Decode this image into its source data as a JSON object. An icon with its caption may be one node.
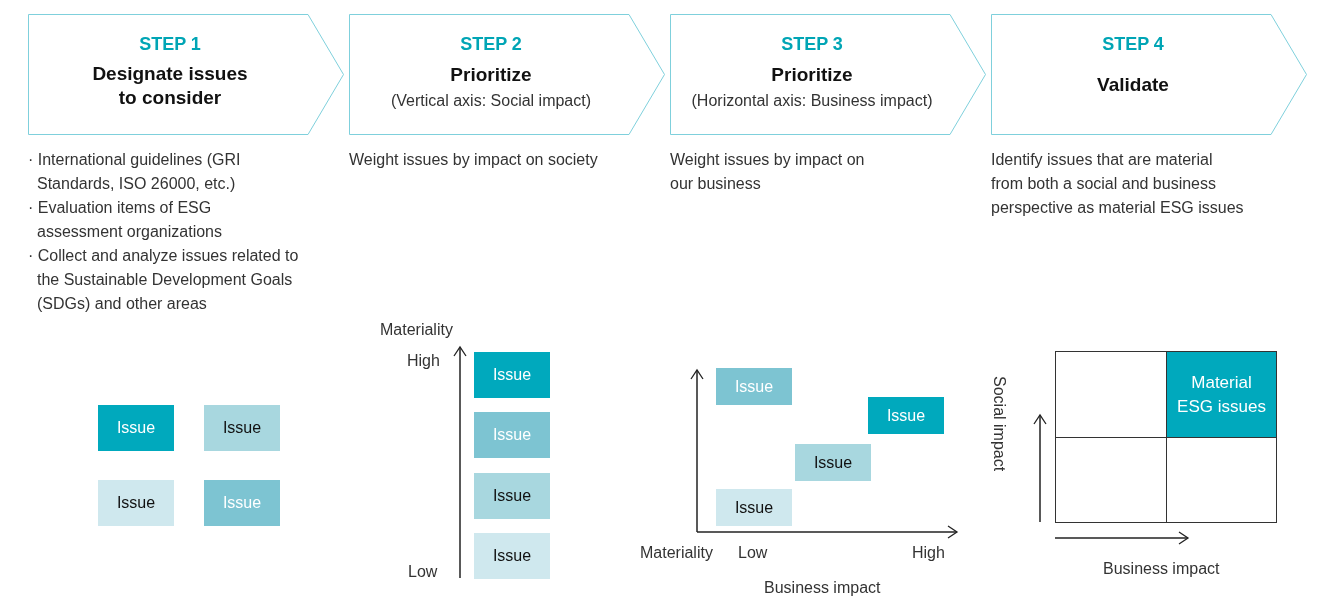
{
  "diagram": {
    "nodes": [
      {
        "text": [
          "STEP 1",
          "Designate issues to consider"
        ],
        "beside": [
          "· International guidelines (GRI Standards, ISO 26000, etc.)",
          "· Evaluation items of ESG assessment organizations",
          "· Collect and analyze issues related to the Sustainable Development Goals (SDGs) and other areas"
        ]
      },
      {
        "text": [
          "STEP 2",
          "Prioritize",
          "(Vertical axis: Social impact)"
        ],
        "beside": [
          "Weight issues by impact on society"
        ]
      },
      {
        "text": [
          "STEP 3",
          "Prioritize",
          "(Horizontal axis: Business impact)"
        ],
        "beside": [
          "Weight issues by impact on our business"
        ]
      },
      {
        "text": [
          "STEP 4",
          "Validate"
        ],
        "beside": [
          "Identify issues that are material from both a social and business perspective as material ESG issues"
        ]
      },
      {
        "text": [
          "Issue"
        ]
      },
      {
        "text": [
          "Issue"
        ]
      },
      {
        "text": [
          "Issue"
        ]
      },
      {
        "text": [
          "Issue"
        ]
      },
      {
        "text": [
          "Issue"
        ]
      },
      {
        "text": [
          "Issue"
        ]
      },
      {
        "text": [
          "Issue"
        ]
      },
      {
        "text": [
          "Issue"
        ]
      },
      {
        "text": [
          "Issue"
        ]
      },
      {
        "text": [
          "Issue"
        ]
      },
      {
        "text": [
          "Issue"
        ]
      },
      {
        "text": [
          "Issue"
        ]
      },
      {
        "text": [],
        "shape": "box"
      },
      {
        "text": [
          "Material ESG issues"
        ]
      },
      {
        "text": [],
        "shape": "box"
      },
      {
        "text": [],
        "shape": "box"
      }
    ],
    "edges": [],
    "labels": [
      "Materiality",
      "High",
      "Low",
      "Materiality",
      "Low",
      "High",
      "Business impact",
      "Social impact",
      "Business impact"
    ]
  }
}
